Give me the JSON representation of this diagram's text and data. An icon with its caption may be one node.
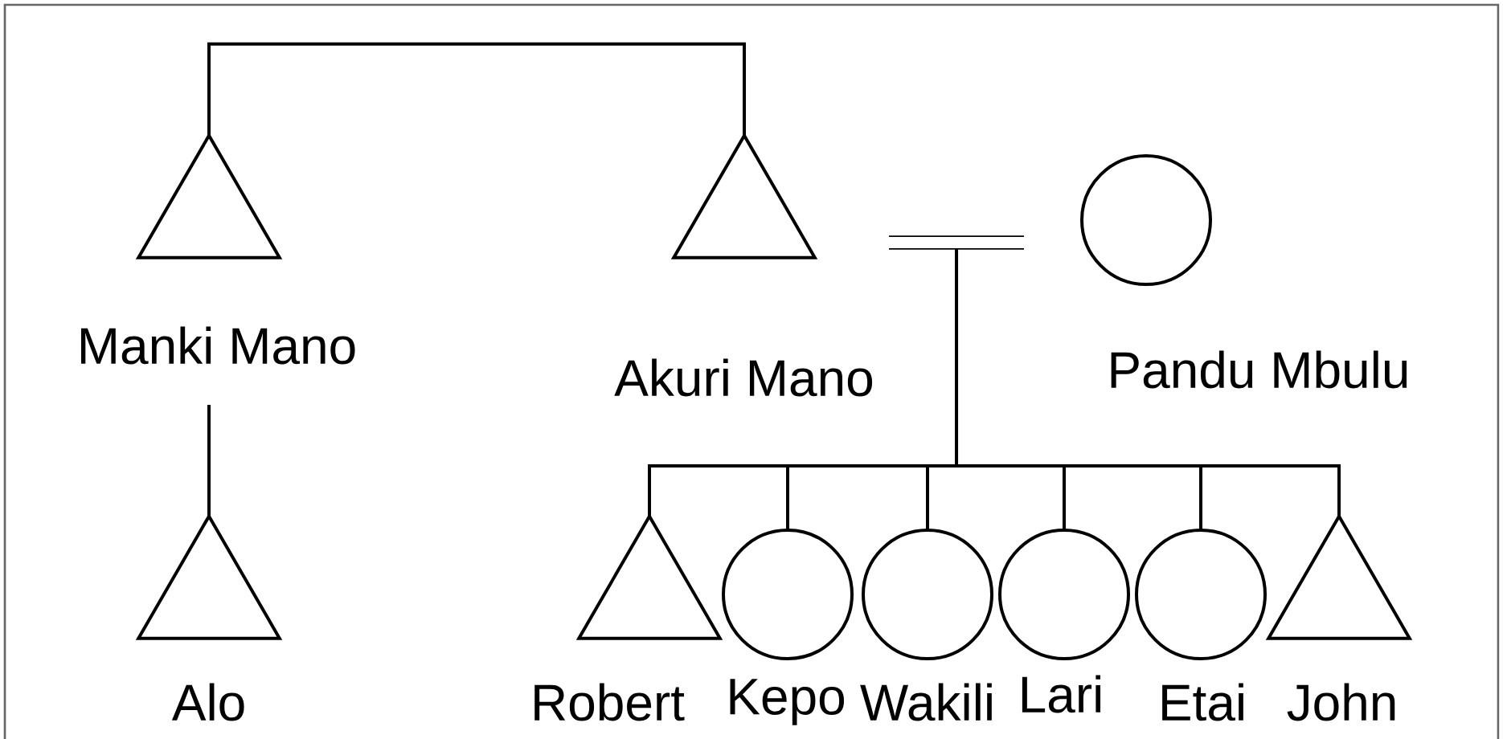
{
  "diagram": {
    "nodes": [
      {
        "text": [],
        "shape": "triangle",
        "beside": [
          "Manki Mano"
        ]
      },
      {
        "text": [],
        "shape": "triangle",
        "beside": [
          "Akuri Mano"
        ]
      },
      {
        "text": [],
        "shape": "bar"
      },
      {
        "text": [],
        "shape": "circle",
        "beside": [
          "Pandu Mbulu"
        ]
      },
      {
        "text": [],
        "shape": "triangle",
        "beside": [
          "Alo"
        ]
      },
      {
        "text": [],
        "shape": "triangle",
        "beside": [
          "Robert"
        ]
      },
      {
        "text": [],
        "shape": "circle",
        "beside": [
          "Kepo"
        ]
      },
      {
        "text": [],
        "shape": "circle",
        "beside": [
          "Wakili"
        ]
      },
      {
        "text": [],
        "shape": "circle",
        "beside": [
          "Lari"
        ]
      },
      {
        "text": [],
        "shape": "circle",
        "beside": [
          "Etai"
        ]
      },
      {
        "text": [],
        "shape": "triangle",
        "beside": [
          "John"
        ]
      }
    ],
    "edges": [
      {
        "from": 0,
        "to": 1,
        "arrow": "none"
      },
      {
        "from": 0,
        "to": 4,
        "arrow": "none"
      },
      {
        "from": 2,
        "to": 5,
        "arrow": "none"
      },
      {
        "from": 2,
        "to": 6,
        "arrow": "none"
      },
      {
        "from": 2,
        "to": 7,
        "arrow": "none"
      },
      {
        "from": 2,
        "to": 8,
        "arrow": "none"
      },
      {
        "from": 2,
        "to": 9,
        "arrow": "none"
      },
      {
        "from": 2,
        "to": 10,
        "arrow": "none"
      }
    ]
  }
}
